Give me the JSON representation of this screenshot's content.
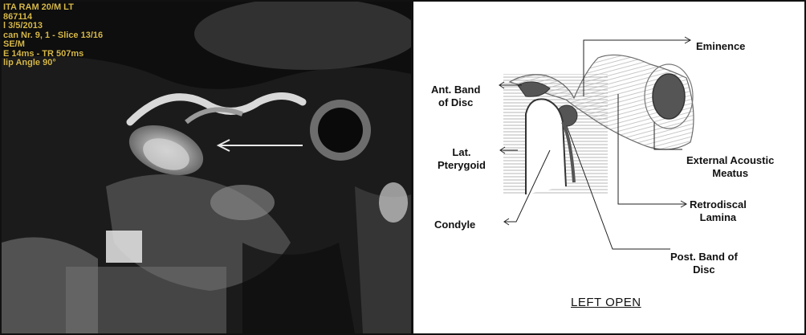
{
  "mri_overlay": [
    "ITA RAM 20/M LT",
    "867114",
    "l 3/5/2013",
    "can Nr. 9, 1 - Slice 13/16",
    "SE/M",
    "E 14ms - TR 507ms",
    "lip Angle 90°"
  ],
  "labels": {
    "eminence": "Eminence",
    "ant_band": "Ant. Band\nof Disc",
    "lat_pterygoid": "Lat.\nPterygoid",
    "condyle": "Condyle",
    "external_acoustic_meatus": "External Acoustic\nMeatus",
    "retrodiscal_lamina": "Retrodiscal\nLamina",
    "post_band": "Post. Band of\nDisc"
  },
  "caption": "LEFT  OPEN"
}
